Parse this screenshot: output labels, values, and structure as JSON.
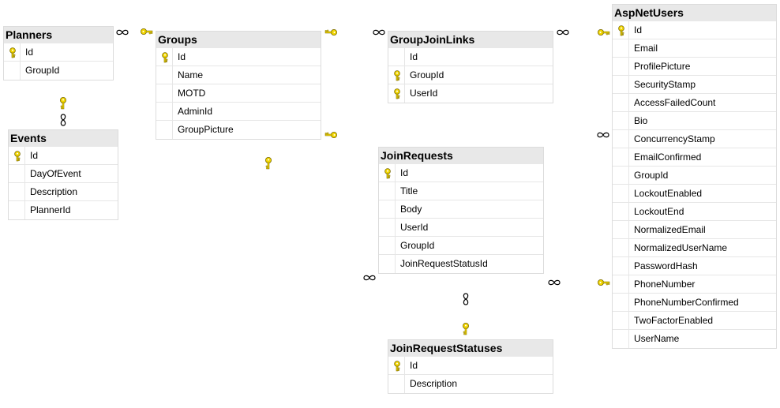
{
  "tables": [
    {
      "id": "planners",
      "title": "Planners",
      "columns": [
        {
          "name": "Id",
          "key": true
        },
        {
          "name": "GroupId",
          "key": false
        }
      ]
    },
    {
      "id": "events",
      "title": "Events",
      "columns": [
        {
          "name": "Id",
          "key": true
        },
        {
          "name": "DayOfEvent",
          "key": false
        },
        {
          "name": "Description",
          "key": false
        },
        {
          "name": "PlannerId",
          "key": false
        }
      ]
    },
    {
      "id": "groups",
      "title": "Groups",
      "columns": [
        {
          "name": "Id",
          "key": true
        },
        {
          "name": "Name",
          "key": false
        },
        {
          "name": "MOTD",
          "key": false
        },
        {
          "name": "AdminId",
          "key": false
        },
        {
          "name": "GroupPicture",
          "key": false
        }
      ]
    },
    {
      "id": "groupjoinlinks",
      "title": "GroupJoinLinks",
      "columns": [
        {
          "name": "Id",
          "key": false
        },
        {
          "name": "GroupId",
          "key": true
        },
        {
          "name": "UserId",
          "key": true
        }
      ]
    },
    {
      "id": "joinrequests",
      "title": "JoinRequests",
      "columns": [
        {
          "name": "Id",
          "key": true
        },
        {
          "name": "Title",
          "key": false
        },
        {
          "name": "Body",
          "key": false
        },
        {
          "name": "UserId",
          "key": false
        },
        {
          "name": "GroupId",
          "key": false
        },
        {
          "name": "JoinRequestStatusId",
          "key": false
        }
      ]
    },
    {
      "id": "joinrequeststatuses",
      "title": "JoinRequestStatuses",
      "columns": [
        {
          "name": "Id",
          "key": true
        },
        {
          "name": "Description",
          "key": false
        }
      ]
    },
    {
      "id": "aspnetusers",
      "title": "AspNetUsers",
      "columns": [
        {
          "name": "Id",
          "key": true
        },
        {
          "name": "Email",
          "key": false
        },
        {
          "name": "ProfilePicture",
          "key": false
        },
        {
          "name": "SecurityStamp",
          "key": false
        },
        {
          "name": "AccessFailedCount",
          "key": false
        },
        {
          "name": "Bio",
          "key": false
        },
        {
          "name": "ConcurrencyStamp",
          "key": false
        },
        {
          "name": "EmailConfirmed",
          "key": false
        },
        {
          "name": "GroupId",
          "key": false
        },
        {
          "name": "LockoutEnabled",
          "key": false
        },
        {
          "name": "LockoutEnd",
          "key": false
        },
        {
          "name": "NormalizedEmail",
          "key": false
        },
        {
          "name": "NormalizedUserName",
          "key": false
        },
        {
          "name": "PasswordHash",
          "key": false
        },
        {
          "name": "PhoneNumber",
          "key": false
        },
        {
          "name": "PhoneNumberConfirmed",
          "key": false
        },
        {
          "name": "TwoFactorEnabled",
          "key": false
        },
        {
          "name": "UserName",
          "key": false
        }
      ]
    }
  ],
  "relationships": [
    {
      "id": "events-planners",
      "many": "events",
      "one": "planners"
    },
    {
      "id": "planners-groups",
      "many": "planners",
      "one": "groups"
    },
    {
      "id": "groupjoinlinks-groups",
      "many": "groupjoinlinks",
      "one": "groups"
    },
    {
      "id": "groupjoinlinks-aspnetusers",
      "many": "groupjoinlinks",
      "one": "aspnetusers"
    },
    {
      "id": "aspnetusers-groups",
      "many": "aspnetusers",
      "one": "groups"
    },
    {
      "id": "joinrequests-groups",
      "many": "joinrequests",
      "one": "groups"
    },
    {
      "id": "joinrequests-aspnetusers",
      "many": "joinrequests",
      "one": "aspnetusers"
    },
    {
      "id": "joinrequests-joinrequeststatuses",
      "many": "joinrequests",
      "one": "joinrequeststatuses"
    }
  ],
  "colors": {
    "key": "#f2d600",
    "key_outline": "#7a6a00",
    "header": "#e8e8e8",
    "border": "#dcdcdc"
  }
}
